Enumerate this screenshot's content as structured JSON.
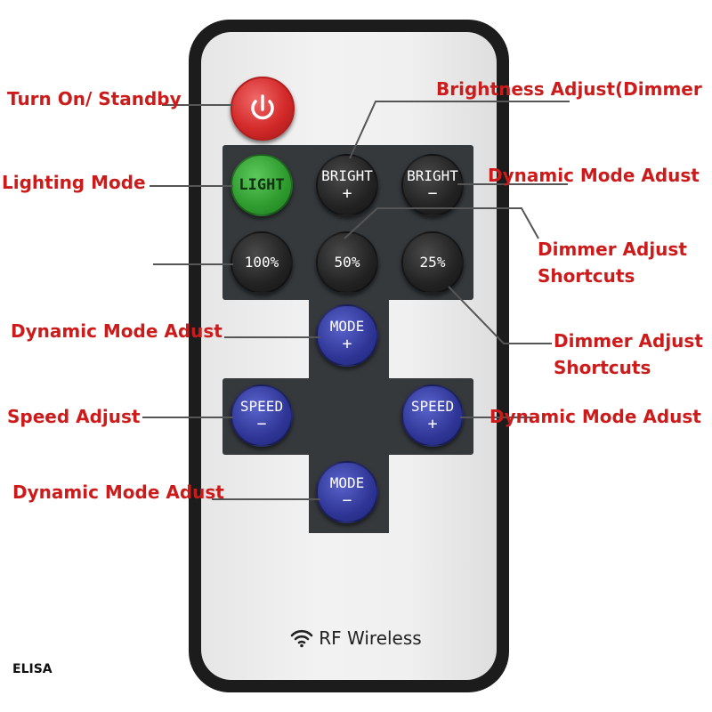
{
  "device": {
    "brand_text": "RF Wireless",
    "brand_icon": "wifi-icon",
    "watermark": "ELISA",
    "colors": {
      "label": "#cc1b1b",
      "button_dark": "#222222",
      "button_green": "#2e9a2e",
      "button_blue": "#2e3595",
      "button_power": "#d42a2a",
      "panel": "#35393c",
      "body": "#1c1c1c"
    }
  },
  "buttons": {
    "power": {
      "icon": "power-icon"
    },
    "light": {
      "line1": "LIGHT"
    },
    "bright_plus": {
      "line1": "BRIGHT",
      "line2": "+"
    },
    "bright_minus": {
      "line1": "BRIGHT",
      "line2": "−"
    },
    "pct_100": {
      "line1": "100%"
    },
    "pct_50": {
      "line1": "50%"
    },
    "pct_25": {
      "line1": "25%"
    },
    "mode_plus": {
      "line1": "MODE",
      "line2": "+"
    },
    "speed_minus": {
      "line1": "SPEED",
      "line2": "−"
    },
    "speed_plus": {
      "line1": "SPEED",
      "line2": "+"
    },
    "mode_minus": {
      "line1": "MODE",
      "line2": "−"
    }
  },
  "labels": {
    "turn_on": "Turn On/ Standby",
    "brightness": "Brightness Adjust(Dimmer",
    "lighting_mode": "Lighting Mode",
    "dynamic_mode_1": "Dynamic Mode Adust",
    "dimmer_shortcuts_1": [
      "Dimmer Adjust",
      "Shortcuts"
    ],
    "dynamic_mode_2": "Dynamic Mode Adust",
    "dimmer_shortcuts_2": [
      "Dimmer Adjust",
      "Shortcuts"
    ],
    "speed_adjust": "Speed Adjust",
    "dynamic_mode_3": "Dynamic Mode Adust",
    "dynamic_mode_4": "Dynamic Mode Adust"
  }
}
